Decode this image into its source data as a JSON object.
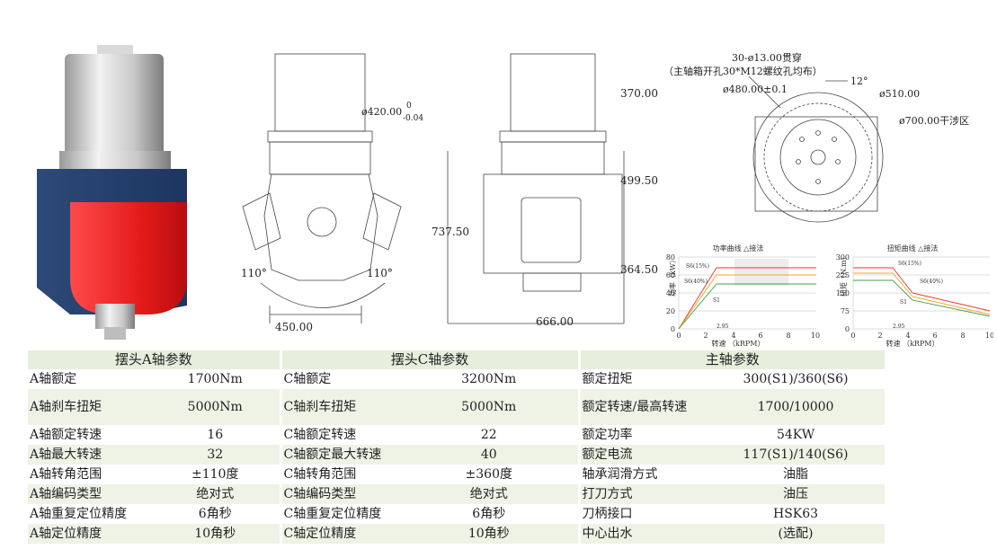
{
  "drawings": {
    "front": {
      "diameter_label": "ø420.00",
      "tol_upper": "0",
      "tol_lower": "-0.04",
      "angle_left": "110°",
      "angle_right": "110°",
      "width_label": "450.00"
    },
    "side": {
      "dim_top": "370.00",
      "dim_mid": "499.50",
      "dim_total": "737.50",
      "dim_low": "364.50",
      "width_label": "666.00"
    },
    "top": {
      "holes_note": "30-ø13.00贯穿",
      "holes_note2": "（主轴箱开孔30*M12螺纹孔均布）",
      "pcd": "ø480.00±0.1",
      "angle": "12°",
      "outer": "ø510.00",
      "clearance": "ø700.00干涉区"
    }
  },
  "power_chart": {
    "title": "功率曲线  △接法",
    "ylabel": "功率（kW）",
    "xlabel": "转速 （kRPM）",
    "yticks": [
      "80",
      "60",
      "40",
      "20",
      "0"
    ],
    "xticks": [
      "0",
      "2",
      "4",
      "6",
      "8",
      "10"
    ],
    "marks": {
      "s6_15": "S6(15%)",
      "s6_40": "S6(40%)",
      "s1": "S1",
      "knee": "2.95"
    }
  },
  "torque_chart": {
    "title": "扭矩曲线  △接法",
    "ylabel": "扭矩（N.m）",
    "xlabel": "转速 （kRPM）",
    "yticks": [
      "300",
      "225",
      "150",
      "75",
      "0"
    ],
    "xticks": [
      "0",
      "2",
      "4",
      "6",
      "8",
      "10"
    ],
    "marks": {
      "s6_15": "S6(15%)",
      "s6_40": "S6(40%)",
      "s1": "S1",
      "knee": "2.95"
    }
  },
  "table": {
    "headers": [
      "摆头A轴参数",
      "摆头C轴参数",
      "主轴参数"
    ],
    "rows": [
      [
        "A轴额定",
        "1700Nm",
        "C轴额定",
        "3200Nm",
        "额定扭矩",
        "300(S1)/360(S6)"
      ],
      [
        "A轴刹车扭矩",
        "5000Nm",
        "C轴刹车扭矩",
        "5000Nm",
        "额定转速/最高转速",
        "1700/10000"
      ],
      [
        "A轴额定转速",
        "16",
        "C轴额定转速",
        "22",
        "额定功率",
        "54KW"
      ],
      [
        "A轴最大转速",
        "32",
        "C轴额定最大转速",
        "40",
        "额定电流",
        "117(S1)/140(S6)"
      ],
      [
        "A轴转角范围",
        "±110度",
        "C轴转角范围",
        "±360度",
        "轴承润滑方式",
        "油脂"
      ],
      [
        "A轴编码类型",
        "绝对式",
        "C轴编码类型",
        "绝对式",
        "打刀方式",
        "油压"
      ],
      [
        "A轴重复定位精度",
        "6角秒",
        "C轴重复定位精度",
        "6角秒",
        "刀柄接口",
        "HSK63"
      ],
      [
        "A轴定位精度",
        "10角秒",
        "C轴定位精度",
        "10角秒",
        "中心出水",
        "(选配)"
      ]
    ]
  }
}
